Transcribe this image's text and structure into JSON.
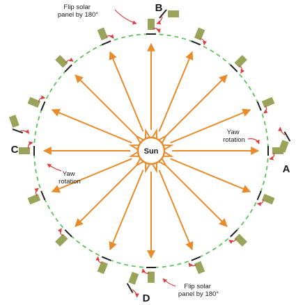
{
  "colors": {
    "orbit": "#5cc45a",
    "ray": "#e88b2a",
    "sun_fill": "#ffffff",
    "sun_stroke": "#e88b2a",
    "panel": "#9aa35a",
    "boom": "#222222",
    "arrow": "#e03a3a",
    "text": "#1a1a1a"
  },
  "sun": {
    "label": "Sun",
    "icon": "sun-icon"
  },
  "points": {
    "a": "A",
    "b": "B",
    "c": "C",
    "d": "D"
  },
  "annotations": {
    "flip_top": [
      "Flip solar",
      "panel by 180°"
    ],
    "flip_bottom": [
      "Flip solar",
      "panel by 180°"
    ],
    "yaw_right": [
      "Yaw",
      "rotation"
    ],
    "yaw_left": [
      "Yaw",
      "rotation"
    ]
  },
  "orbit": {
    "positions": 16
  },
  "icons": [
    "solar-panel-icon",
    "yaw-arrow-icon",
    "sun-icon"
  ]
}
